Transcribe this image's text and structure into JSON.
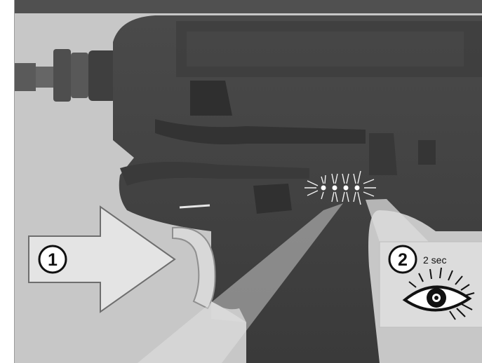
{
  "illustration": {
    "step_1": {
      "number": "1"
    },
    "step_2": {
      "number": "2",
      "duration": "2 sec"
    },
    "icons": {
      "step_1_arrow": "arrow-right-icon",
      "step_2_eye": "eye-icon",
      "leds": "led-indicator-icon"
    },
    "colors": {
      "background": "#c7c7c7",
      "top_bar": "#505050",
      "tool_body": "#444444",
      "arrow_fill": "#e4e4e4",
      "callout": "#dcdcdc"
    }
  }
}
